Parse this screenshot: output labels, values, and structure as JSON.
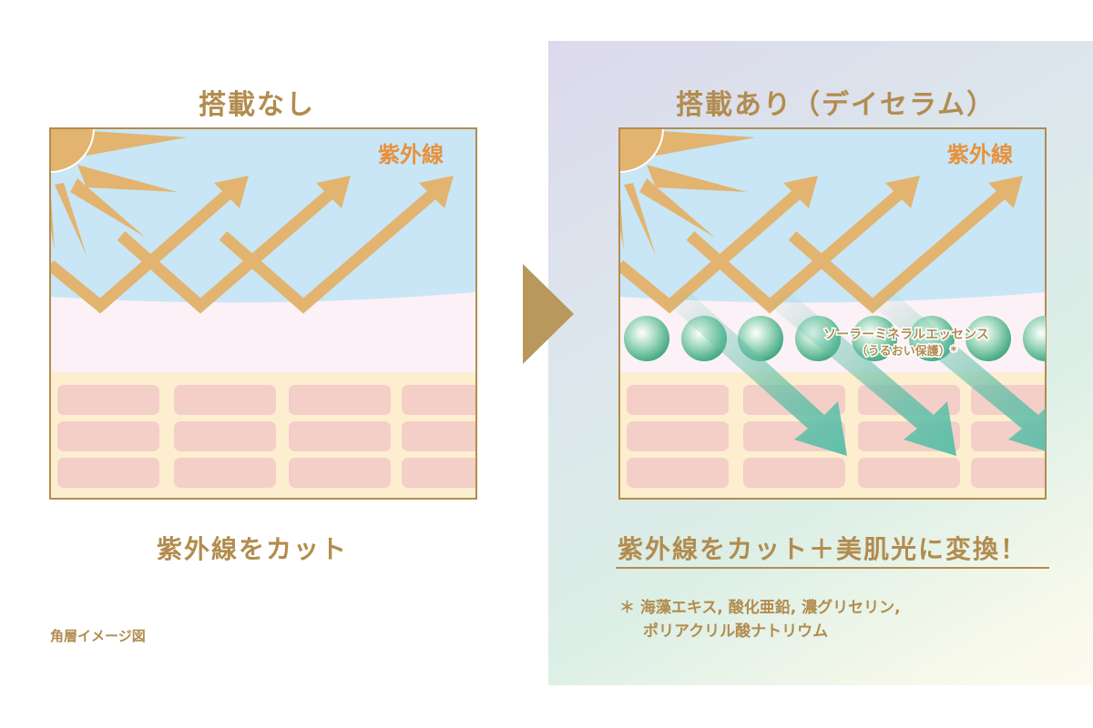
{
  "left": {
    "title": "搭載なし",
    "uv_label": "紫外線",
    "caption": "紫外線をカット",
    "footnote": "角層イメージ図"
  },
  "right": {
    "title": "搭載あり（デイセラム）",
    "uv_label": "紫外線",
    "caption": "紫外線をカット＋美肌光に変換！",
    "essence_label": "ソーラーミネラルエッセンス",
    "essence_sub": "（うるおい保護）*",
    "note_mark": "＊",
    "note_line1": "海藻エキス, 酸化亜鉛, 濃グリセリン,",
    "note_line2": "ポリアクリル酸ナトリウム"
  },
  "colors": {
    "gold": "#b28c4f",
    "uv": "#e8913a",
    "arrow": "#e2b470",
    "sky": "#c8e6f6",
    "green": "#5fbfa8"
  }
}
